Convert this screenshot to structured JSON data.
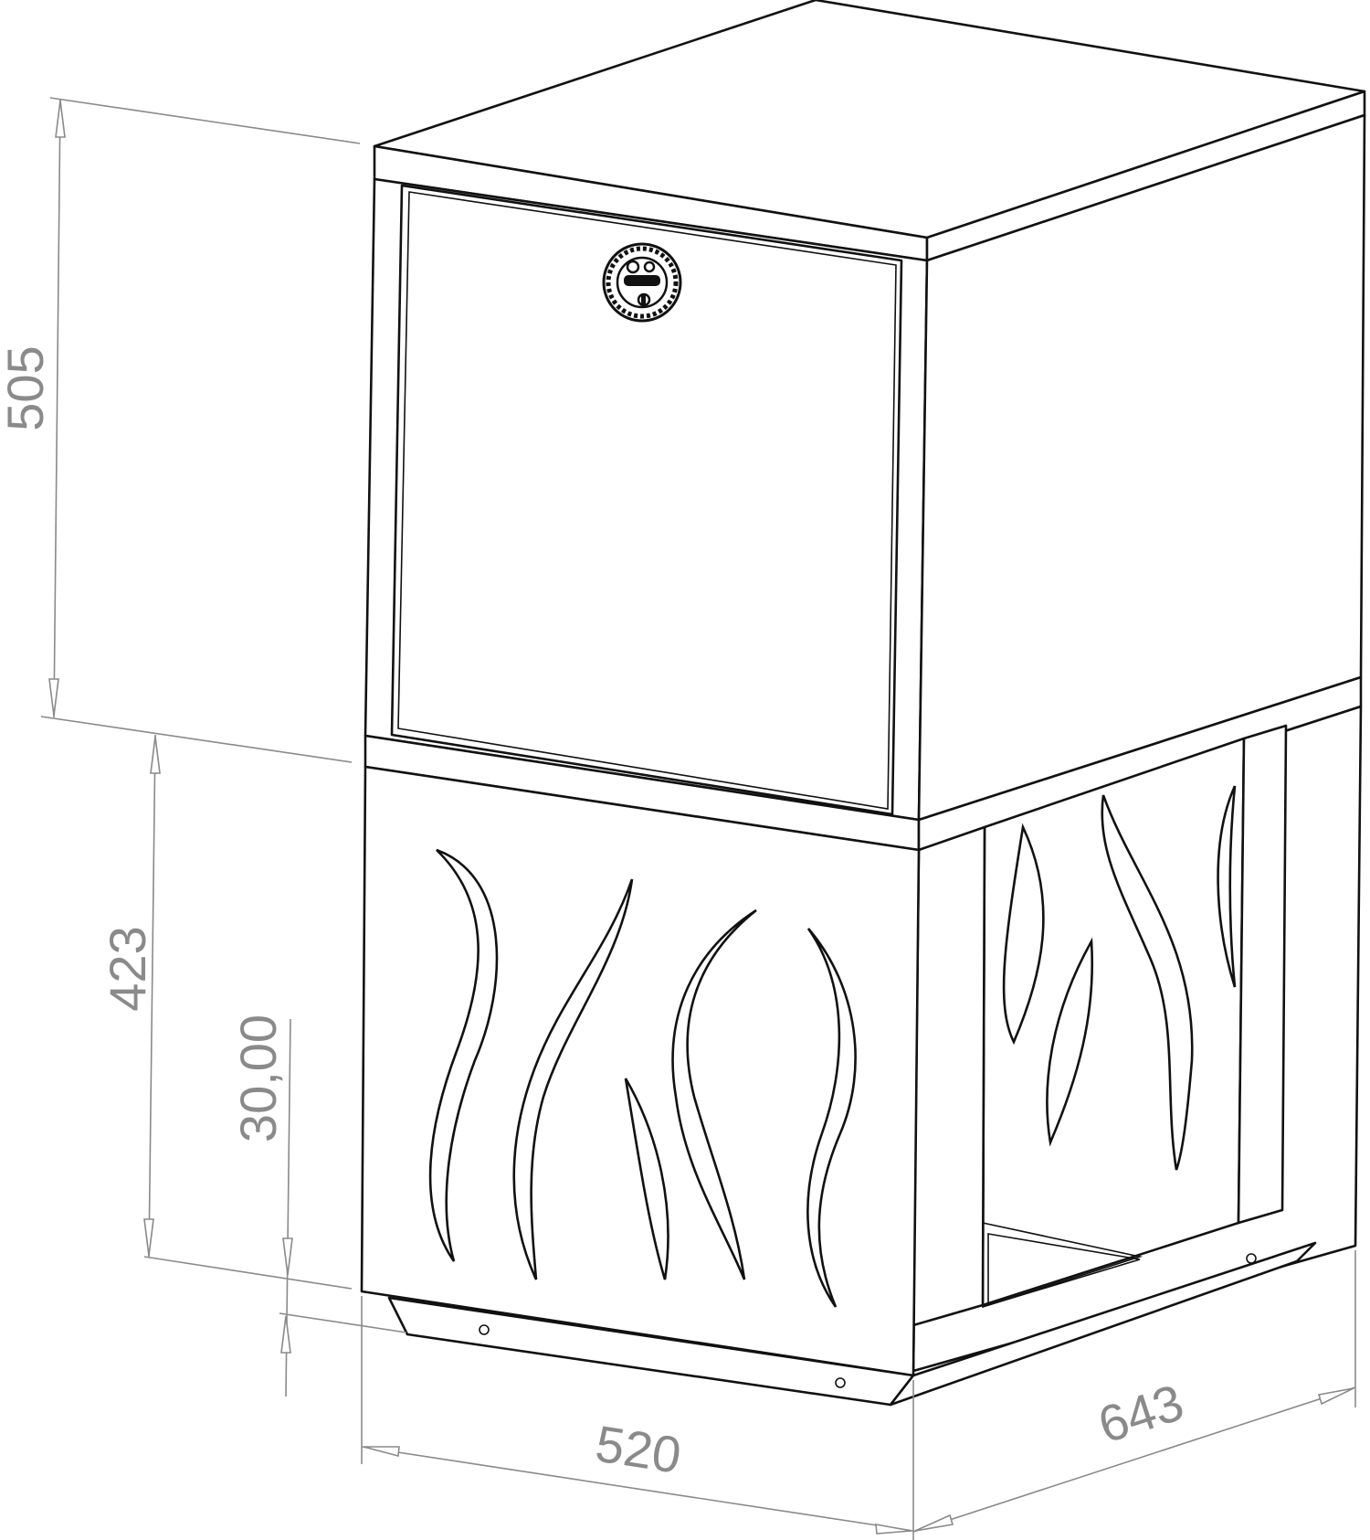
{
  "dimensions": {
    "upper_height": "505",
    "base_height": "423",
    "foot_height": "30,00",
    "width": "520",
    "depth": "643"
  },
  "colors": {
    "outline": "#111111",
    "dimension": "#8a8a8a",
    "background": "#ffffff"
  },
  "icons": {
    "lock": "round cylinder lock with serrated rim"
  }
}
